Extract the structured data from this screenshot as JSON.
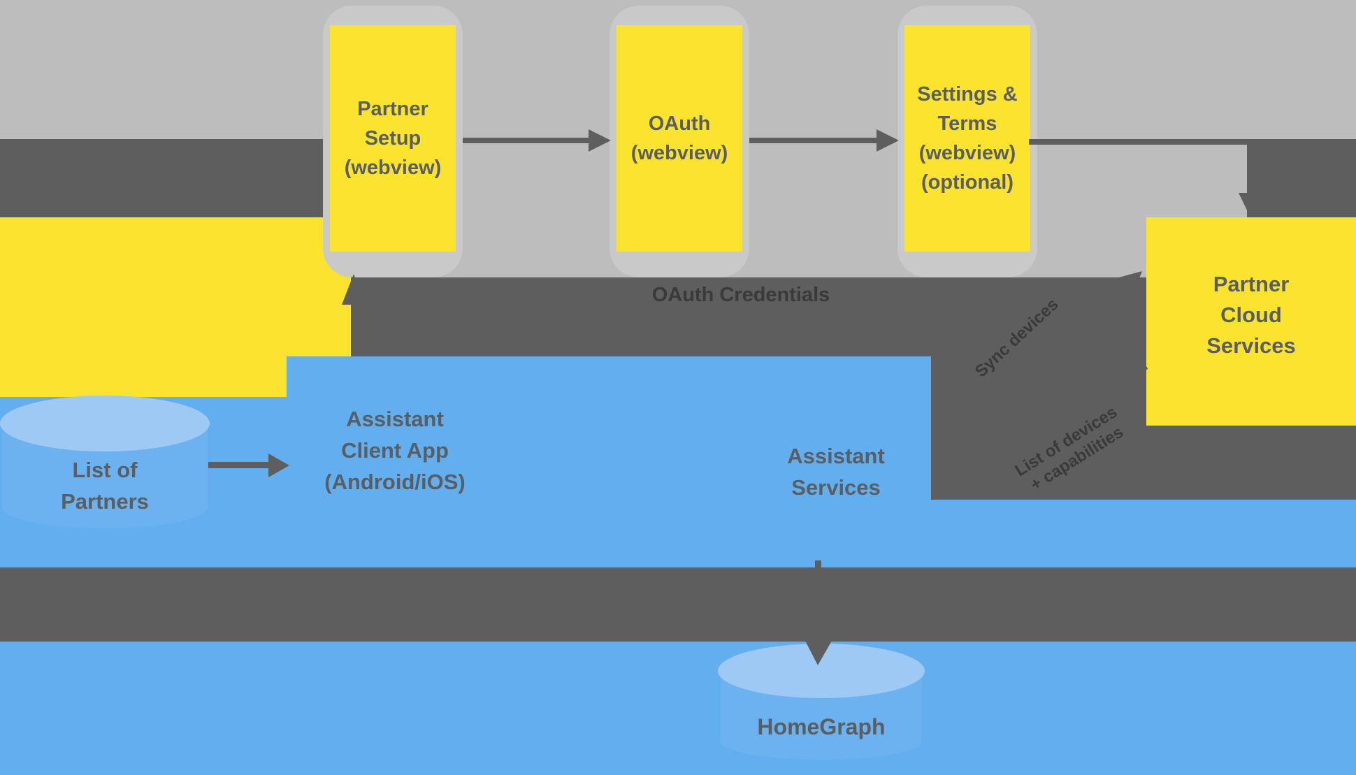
{
  "nodes": {
    "partner_setup": {
      "line1": "Partner",
      "line2": "Setup",
      "line3": "(webview)"
    },
    "oauth": {
      "line1": "OAuth",
      "line2": "(webview)"
    },
    "settings_terms": {
      "line1": "Settings &",
      "line2": "Terms",
      "line3": "(webview)",
      "line4": "(optional)"
    },
    "partner_cloud": {
      "line1": "Partner",
      "line2": "Cloud",
      "line3": "Services"
    },
    "assistant_client": {
      "line1": "Assistant",
      "line2": "Client App",
      "line3": "(Android/iOS)"
    },
    "assistant_services": {
      "line1": "Assistant",
      "line2": "Services"
    },
    "list_of_partners": {
      "line1": "List of",
      "line2": "Partners"
    },
    "homegraph": {
      "label": "HomeGraph"
    }
  },
  "labels": {
    "oauth_credentials": "OAuth Credentials",
    "sync_devices": "Sync devices",
    "device_list_line1": "List of devices",
    "device_list_line2": "+ capabilities"
  },
  "colors": {
    "bg-light": "#bdbdbd",
    "band-dark": "#5e5e5e",
    "yellow": "#fce32e",
    "blue": "#63aeef",
    "blue-cyl-top": "#9dc9f4",
    "blue-cyl-body": "#6db2f0",
    "bezel": "#c9c9c9",
    "text": "#5a5e63",
    "text-on-dark": "#3a3a3a"
  }
}
